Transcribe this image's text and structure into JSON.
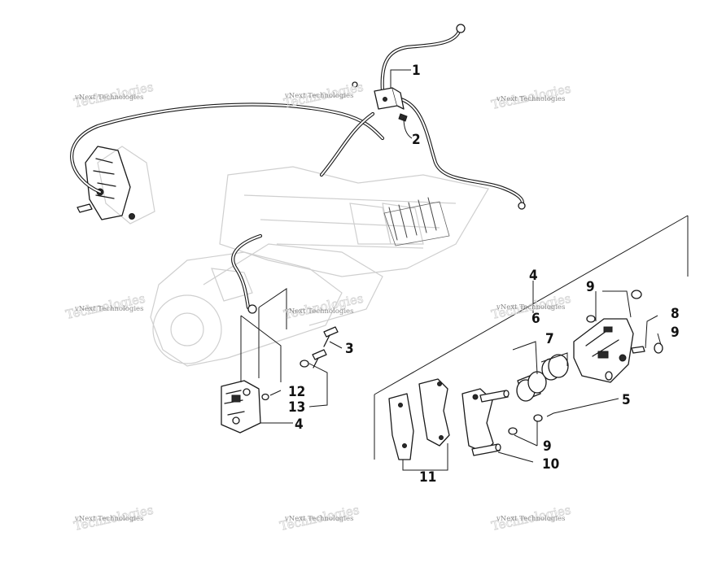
{
  "watermark": {
    "text": "vNext Technologies"
  },
  "callouts": [
    {
      "id": "c1",
      "label": "1"
    },
    {
      "id": "c2",
      "label": "2"
    },
    {
      "id": "c3",
      "label": "3"
    },
    {
      "id": "c4a",
      "label": "4"
    },
    {
      "id": "c12",
      "label": "12"
    },
    {
      "id": "c13",
      "label": "13"
    },
    {
      "id": "c4b",
      "label": "4"
    },
    {
      "id": "c5",
      "label": "5"
    },
    {
      "id": "c6",
      "label": "6"
    },
    {
      "id": "c7",
      "label": "7"
    },
    {
      "id": "c8",
      "label": "8"
    },
    {
      "id": "c9a",
      "label": "9"
    },
    {
      "id": "c9b",
      "label": "9"
    },
    {
      "id": "c9c",
      "label": "9"
    },
    {
      "id": "c10",
      "label": "10"
    },
    {
      "id": "c11",
      "label": "11"
    }
  ]
}
